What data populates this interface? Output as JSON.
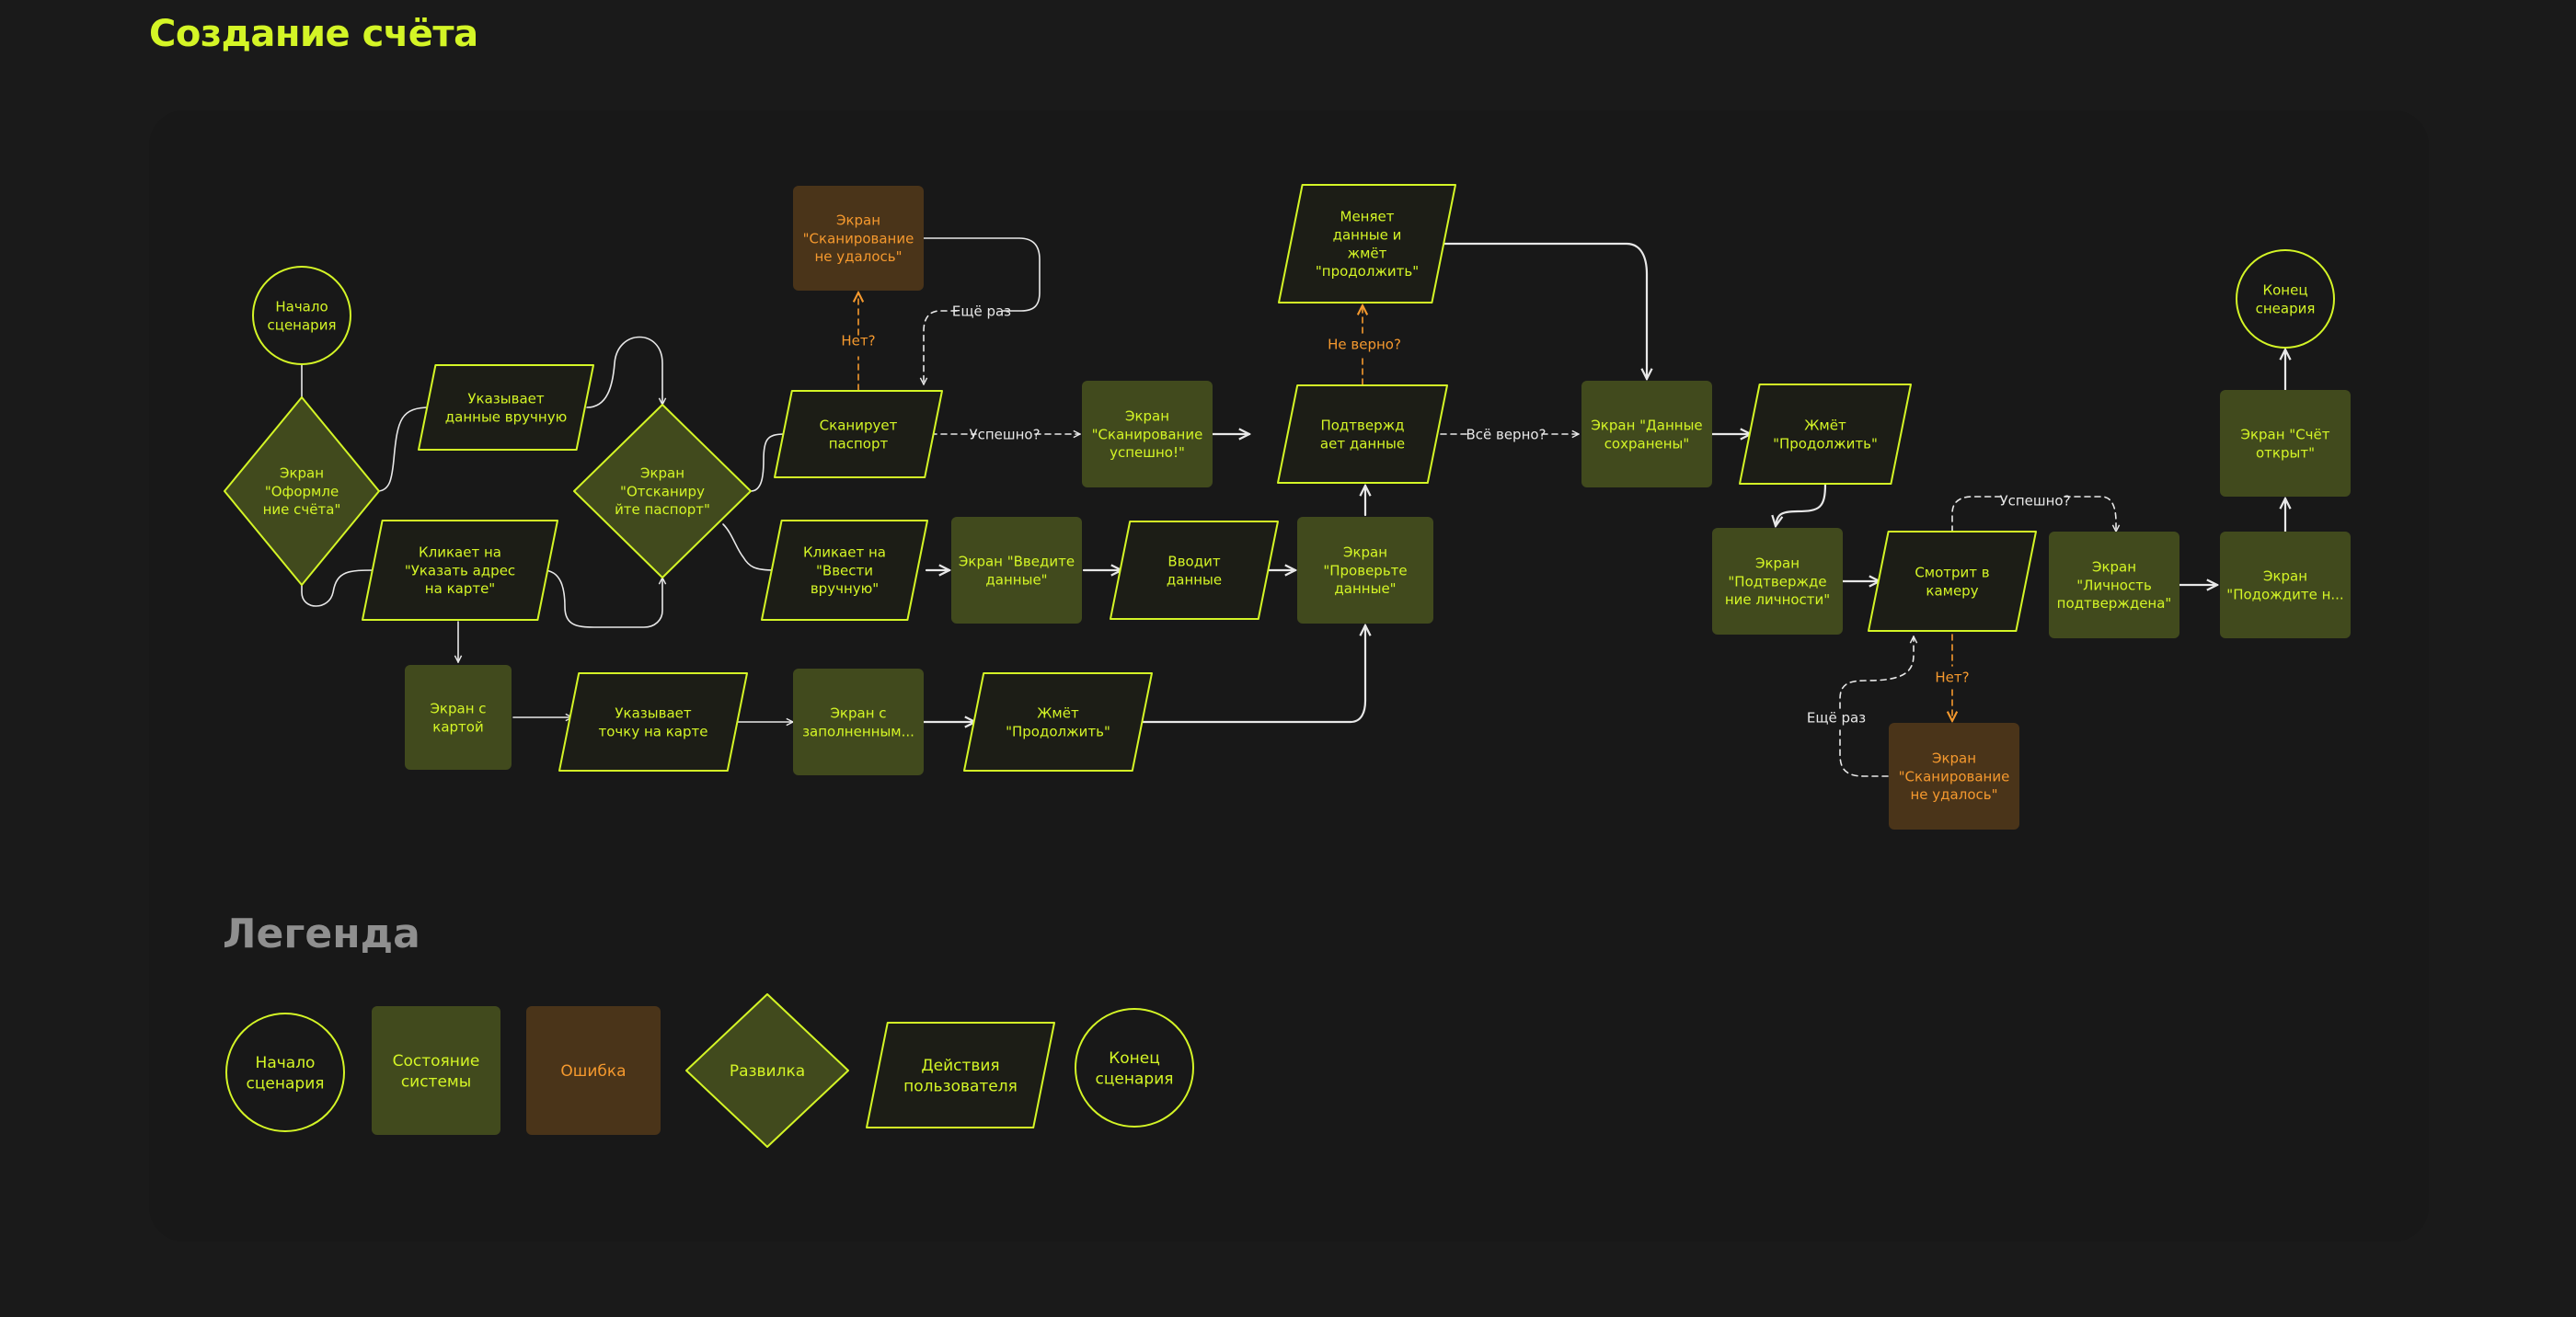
{
  "page": {
    "title": "Создание счёта"
  },
  "legend": {
    "title": "Легенда",
    "items": [
      {
        "type": "circle",
        "text": "Начало\nсценария"
      },
      {
        "type": "system",
        "text": "Состояние\nсистемы"
      },
      {
        "type": "error",
        "text": "Ошибка"
      },
      {
        "type": "diamond",
        "text": "Развилка"
      },
      {
        "type": "action",
        "text": "Действия\nпользователя"
      },
      {
        "type": "circle",
        "text": "Конец\nсценария"
      }
    ]
  },
  "colors": {
    "accent": "#d4f526",
    "system_fill": "#414a1d",
    "error_fill": "#4a3419",
    "error_text": "#f5992e",
    "action_fill": "#1c1d16",
    "connector": "#e8e8e8",
    "background": "#1a1a1a",
    "canvas": "#181818"
  },
  "nodes": [
    {
      "id": "start",
      "type": "circle",
      "text": "Начало\nсценария"
    },
    {
      "id": "d_create",
      "type": "diamond",
      "text": "Экран\n\"Оформле\nние счёта\""
    },
    {
      "id": "a_manual",
      "type": "action",
      "text": "Указывает\nданные вручную"
    },
    {
      "id": "a_click_map",
      "type": "action",
      "text": "Кликает на\n\"Указать адрес\nна карте\""
    },
    {
      "id": "d_scan",
      "type": "diamond",
      "text": "Экран\n\"Отсканиру\nйте паспорт\""
    },
    {
      "id": "e_scan_fail",
      "type": "error",
      "text": "Экран\n\"Сканирование\nне удалось\""
    },
    {
      "id": "a_scan",
      "type": "action",
      "text": "Сканирует\nпаспорт"
    },
    {
      "id": "s_scan_ok",
      "type": "system",
      "text": "Экран\n\"Сканирование\nуспешно!\""
    },
    {
      "id": "a_confirm",
      "type": "action",
      "text": "Подтвержд\nает данные"
    },
    {
      "id": "a_change",
      "type": "action",
      "text": "Меняет\nданные и\nжмёт\n\"продолжить\""
    },
    {
      "id": "s_saved",
      "type": "system",
      "text": "Экран \"Данные\nсохранены\""
    },
    {
      "id": "a_continue2",
      "type": "action",
      "text": "Жмёт\n\"Продолжить\""
    },
    {
      "id": "a_enter_manual",
      "type": "action",
      "text": "Кликает на\n\"Ввести\nвручную\""
    },
    {
      "id": "s_enter",
      "type": "system",
      "text": "Экран \"Введите\nданные\""
    },
    {
      "id": "a_input",
      "type": "action",
      "text": "Вводит\nданные"
    },
    {
      "id": "s_check",
      "type": "system",
      "text": "Экран\n\"Проверьте\nданные\""
    },
    {
      "id": "s_map",
      "type": "system",
      "text": "Экран с\nкартой"
    },
    {
      "id": "a_point",
      "type": "action",
      "text": "Указывает\nточку на карте"
    },
    {
      "id": "s_filled",
      "type": "system",
      "text": "Экран с\nзаполненным..."
    },
    {
      "id": "a_continue1",
      "type": "action",
      "text": "Жмёт\n\"Продолжить\""
    },
    {
      "id": "s_identity",
      "type": "system",
      "text": "Экран\n\"Подтвержде\nние личности\""
    },
    {
      "id": "a_camera",
      "type": "action",
      "text": "Смотрит в\nкамеру"
    },
    {
      "id": "s_identity_ok",
      "type": "system",
      "text": "Экран\n\"Личность\nподтверждена\""
    },
    {
      "id": "s_wait",
      "type": "system",
      "text": "Экран\n\"Подождите н..."
    },
    {
      "id": "s_account",
      "type": "system",
      "text": "Экран \"Счёт\nоткрыт\""
    },
    {
      "id": "end",
      "type": "circle",
      "text": "Конец\nснеария"
    },
    {
      "id": "e_cam_fail",
      "type": "error",
      "text": "Экран\n\"Сканирование\nне удалось\""
    }
  ],
  "edge_labels": {
    "no1": "Нет?",
    "retry1": "Ещё раз",
    "success1": "Успешно?",
    "incorrect": "Не верно?",
    "correct": "Всё верно?",
    "success2": "Успешно?",
    "no2": "Нет?",
    "retry2": "Ещё раз"
  }
}
